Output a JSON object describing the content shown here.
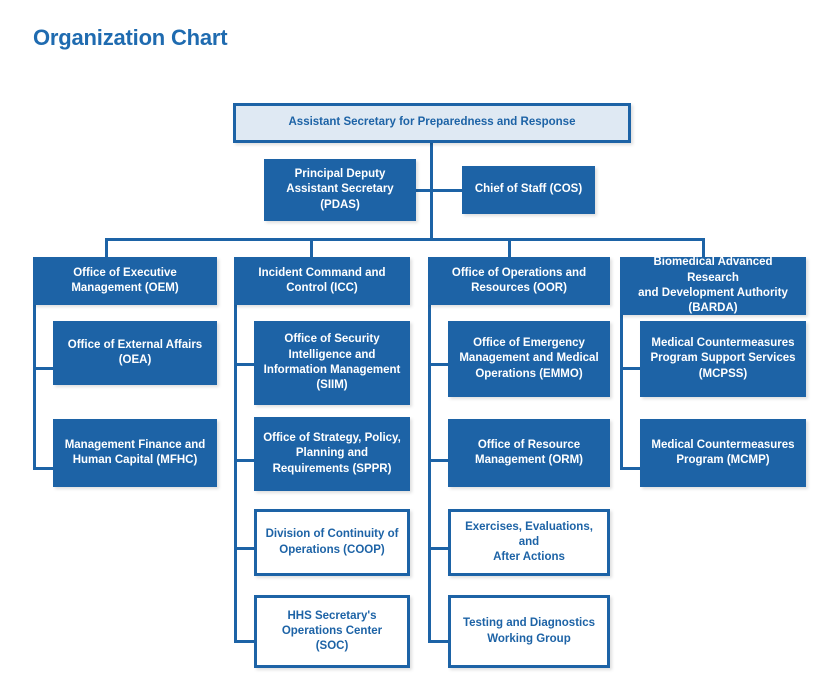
{
  "page": {
    "title": "Organization Chart",
    "background_color": "#ffffff"
  },
  "theme": {
    "accent_blue": "#1d63a6",
    "title_blue": "#1f6bb0",
    "light_blue_fill": "#dfe9f3",
    "white_fill": "#ffffff"
  },
  "chart_data": {
    "type": "diagram",
    "subtype": "organization-chart",
    "title": "Organization Chart",
    "root": {
      "id": "aspr",
      "label": "Assistant Secretary for Preparedness and Response",
      "style": "root"
    },
    "second_level": [
      {
        "id": "pdas",
        "label": "Principal Deputy\nAssistant Secretary\n(PDAS)",
        "style": "solid"
      },
      {
        "id": "cos",
        "label": "Chief of Staff (COS)",
        "style": "solid"
      }
    ],
    "columns": [
      {
        "id": "oem",
        "header": {
          "label": "Office of Executive\nManagement (OEM)",
          "style": "solid"
        },
        "children": [
          {
            "id": "oea",
            "label": "Office of External Affairs\n(OEA)",
            "style": "solid"
          },
          {
            "id": "mfhc",
            "label": "Management Finance and\nHuman Capital (MFHC)",
            "style": "solid"
          }
        ]
      },
      {
        "id": "icc",
        "header": {
          "label": "Incident Command and\nControl (ICC)",
          "style": "solid"
        },
        "children": [
          {
            "id": "siim",
            "label": "Office of Security\nIntelligence and\nInformation Management\n(SIIM)",
            "style": "solid"
          },
          {
            "id": "sppr",
            "label": "Office of Strategy, Policy,\nPlanning and\nRequirements (SPPR)",
            "style": "solid"
          },
          {
            "id": "coop",
            "label": "Division of Continuity of\nOperations (COOP)",
            "style": "outline"
          },
          {
            "id": "soc",
            "label": "HHS Secretary's\nOperations Center (SOC)",
            "style": "outline"
          }
        ]
      },
      {
        "id": "oor",
        "header": {
          "label": "Office of Operations and\nResources (OOR)",
          "style": "solid"
        },
        "children": [
          {
            "id": "emmo",
            "label": "Office of Emergency\nManagement and Medical\nOperations (EMMO)",
            "style": "solid"
          },
          {
            "id": "orm",
            "label": "Office of Resource\nManagement (ORM)",
            "style": "solid"
          },
          {
            "id": "eeaa",
            "label": "Exercises, Evaluations, and\nAfter Actions",
            "style": "outline"
          },
          {
            "id": "tdwg",
            "label": "Testing and Diagnostics\nWorking Group",
            "style": "outline"
          }
        ]
      },
      {
        "id": "barda",
        "header": {
          "label": "Biomedical Advanced Research\nand Development Authority\n(BARDA)",
          "style": "solid"
        },
        "children": [
          {
            "id": "mcpss",
            "label": "Medical Countermeasures\nProgram Support Services\n(MCPSS)",
            "style": "solid"
          },
          {
            "id": "mcmp",
            "label": "Medical Countermeasures\nProgram (MCMP)",
            "style": "solid"
          }
        ]
      }
    ]
  }
}
